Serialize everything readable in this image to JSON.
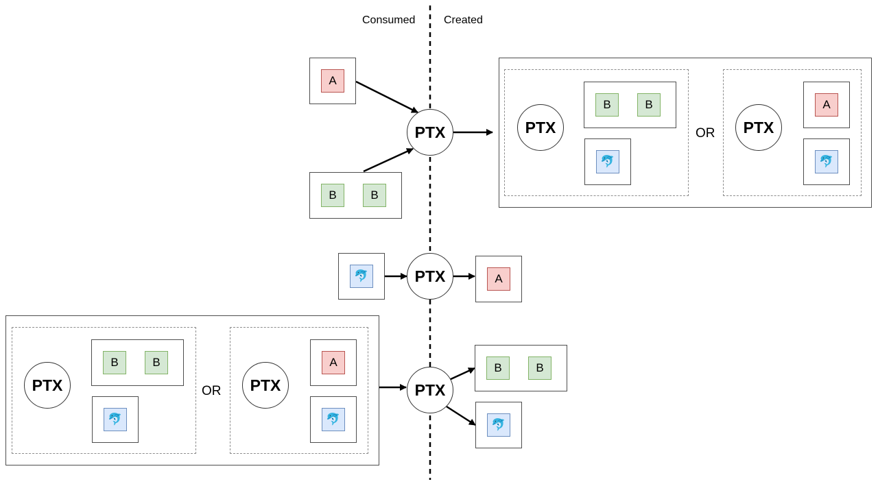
{
  "headers": {
    "consumed": "Consumed",
    "created": "Created"
  },
  "node_label": "PTX",
  "or_label": "OR",
  "tokens": {
    "a": "A",
    "b": "B",
    "nft_icon": "dolphin-icon",
    "nft_glyph": "🐬"
  },
  "colors": {
    "token_a_fill": "#f8cecc",
    "token_a_stroke": "#b85450",
    "token_b_fill": "#d5e8d4",
    "token_b_stroke": "#82b366",
    "token_nft_fill": "#dae8fc",
    "token_nft_stroke": "#6c8ebf"
  }
}
